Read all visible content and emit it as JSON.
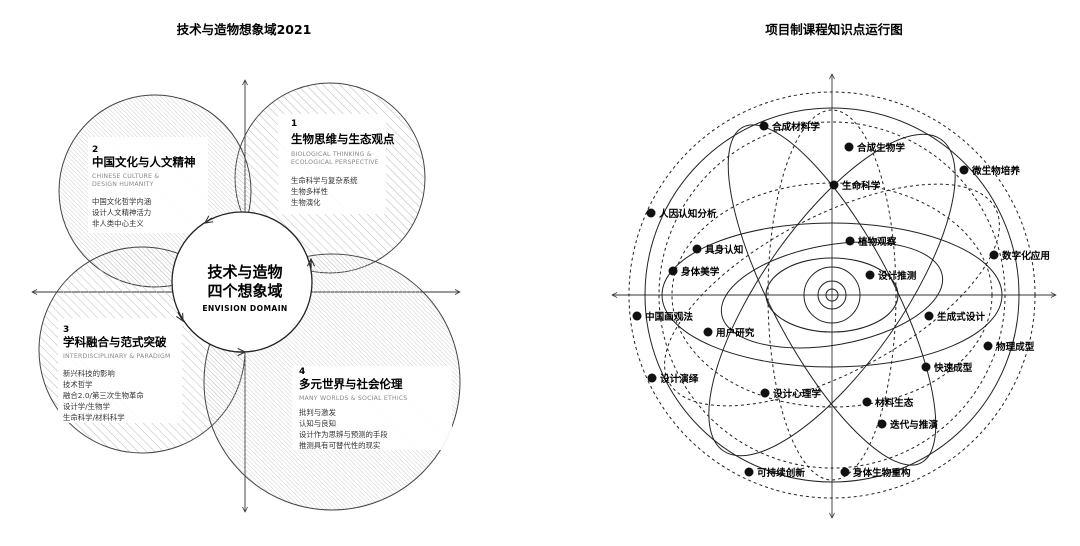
{
  "left": {
    "title": "技术与造物想象域2021",
    "center": {
      "line1": "技术与造物",
      "line2": "四个想象域",
      "en": "ENVISION DOMAIN"
    },
    "quadrants": [
      {
        "num": "1",
        "title": "生物思维与生态观点",
        "en": [
          "BIOLOGICAL THINKING &",
          "ECOLOGICAL PERSPECTIVE"
        ],
        "items": [
          "生命科学与复杂系统",
          "生物多样性",
          "生物演化"
        ]
      },
      {
        "num": "2",
        "title": "中国文化与人文精神",
        "en": [
          "CHINESE CULTURE &",
          "DESIGN HUMANITY"
        ],
        "items": [
          "中国文化哲学内涵",
          "设计人文精神活力",
          "非人类中心主义"
        ]
      },
      {
        "num": "3",
        "title": "学科融合与范式突破",
        "en": [
          "INTERDISCIPLINARY & PARADIGM"
        ],
        "items": [
          "新兴科技的影响",
          "技术哲学",
          "融合2.0/第三次生物革命",
          "设计学/生物学",
          "生命科学/材料科学"
        ]
      },
      {
        "num": "4",
        "title": "多元世界与社会伦理",
        "en": [
          "MANY WORLDS & SOCIAL ETHICS"
        ],
        "items": [
          "批判与激发",
          "认知与良知",
          "设计作为思辨与预测的手段",
          "推测具有可替代性的现实"
        ]
      }
    ]
  },
  "right": {
    "title": "项目制课程知识点运行图",
    "nodes": [
      "合成材料学",
      "合成生物学",
      "微生物培养",
      "生命科学",
      "人因认知分析",
      "植物观察",
      "具身认知",
      "数字化应用",
      "身体美学",
      "设计推测",
      "中国画观法",
      "生成式设计",
      "用户研究",
      "物理成型",
      "快速成型",
      "设计演绎",
      "设计心理学",
      "材料生态",
      "迭代与推演",
      "可持续创新",
      "身体生物重构"
    ]
  }
}
